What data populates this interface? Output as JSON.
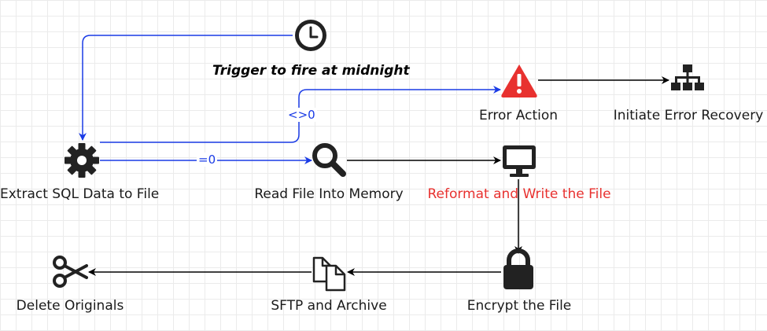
{
  "nodes": {
    "trigger": {
      "label": "Trigger to fire at midnight",
      "icon": "clock-icon"
    },
    "extract": {
      "label": "Extract SQL Data to File",
      "icon": "gear-icon"
    },
    "read": {
      "label": "Read File Into Memory",
      "icon": "magnifier-icon"
    },
    "error": {
      "label": "Error Action",
      "icon": "warning-icon"
    },
    "recovery": {
      "label": "Initiate Error Recovery",
      "icon": "sitemap-icon"
    },
    "reformat": {
      "label": "Reformat and Write the File",
      "icon": "monitor-icon"
    },
    "encrypt": {
      "label": "Encrypt the File",
      "icon": "lock-icon"
    },
    "sftp": {
      "label": "SFTP and Archive",
      "icon": "copy-files-icon"
    },
    "delete": {
      "label": "Delete Originals",
      "icon": "scissors-icon"
    }
  },
  "edges": {
    "extract_to_read": {
      "label": "=0"
    },
    "extract_to_error": {
      "label": "<>0"
    }
  },
  "colors": {
    "blue_edge": "#1a3be6",
    "black_edge": "#000000",
    "error_icon": "#e8312f",
    "highlight_label": "#e8312f"
  }
}
